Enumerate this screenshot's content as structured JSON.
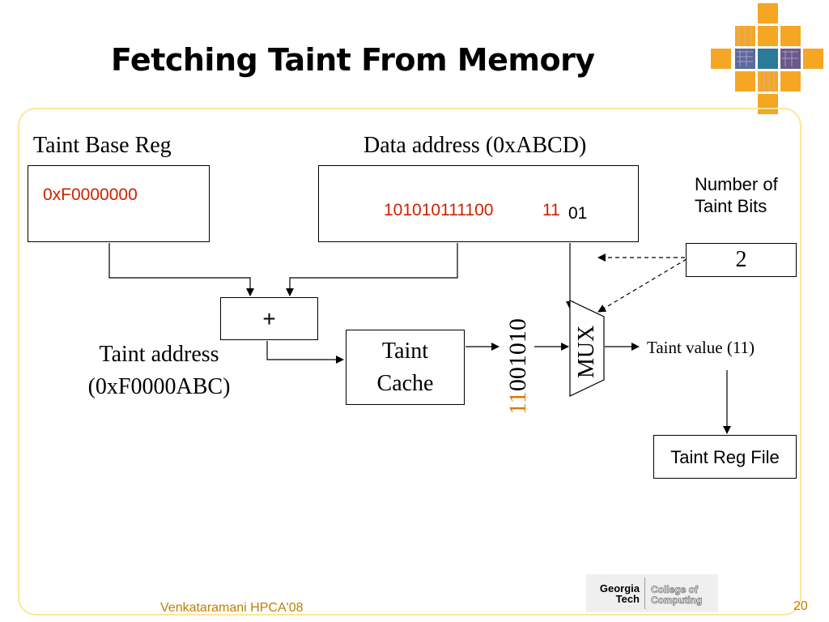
{
  "slide": {
    "title": "Fetching Taint From Memory",
    "footer_author": "Venkataramani HPCA'08",
    "page_number": "20"
  },
  "diagram": {
    "taint_base_label": "Taint Base Reg",
    "taint_base_value": "0xF0000000",
    "data_address_label": "Data address (0xABCD)",
    "data_address_bits_high": "101010111100",
    "data_address_bits_select": "11",
    "data_address_bits_low": "01",
    "num_taint_bits_label_line1": "Number of",
    "num_taint_bits_label_line2": "Taint Bits",
    "num_taint_bits_value": "2",
    "adder_symbol": "+",
    "taint_address_line1": "Taint address",
    "taint_address_line2": "(0xF0000ABC)",
    "taint_cache_line1": "Taint",
    "taint_cache_line2": "Cache",
    "cache_output_bits_highlight": "11",
    "cache_output_bits_rest": "001010",
    "mux_label": "MUX",
    "taint_value_label": "Taint value (11)",
    "taint_reg_file_label": "Taint Reg File"
  },
  "logo": {
    "line1": "Georgia",
    "line2": "Tech",
    "college_line1": "College of",
    "college_line2": "Computing"
  },
  "colors": {
    "accent_orange": "#f5a623",
    "frame_yellow": "#fce69a",
    "highlight_red": "#cc2200",
    "footer_gold": "#c08000"
  }
}
